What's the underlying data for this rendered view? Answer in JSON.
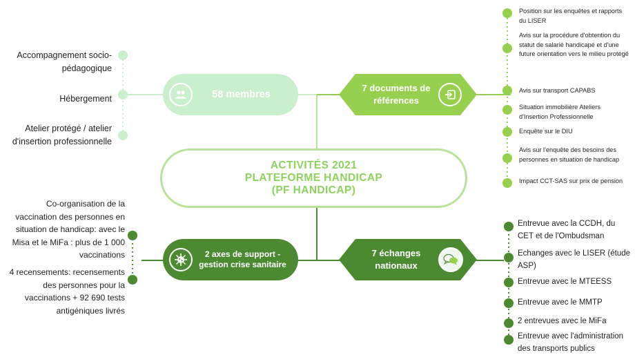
{
  "center": {
    "line1": "ACTIVITÉS 2021",
    "line2": "PLATEFORME HANDICAP",
    "line3": "(PF HANDICAP)"
  },
  "members": {
    "label": "58 membres",
    "icon": "people-icon",
    "items": [
      "Accompagnement socio-pédagogique",
      "Hébergement",
      "Atelier protégé / atelier d'insertion professionnelle"
    ]
  },
  "documents": {
    "label": "7 documents de références",
    "icon": "sign-in-icon",
    "items": [
      "Position sur les enquêtes et rapports du LISER",
      "Avis sur la procédure d'obtention du statut de salarié handicapé et d'une future orientation vers le milieu protégé",
      "Avis sur transport CAPABS",
      "Situation immobilière Ateliers d'Insertion Professionnelle",
      "Enquête sur le DIU",
      "Avis sur l'enquête des besoins des personnes en situation de handicap",
      "Impact CCT-SAS sur prix de pension"
    ]
  },
  "covid": {
    "label": "2 axes de support - gestion crise sanitaire",
    "icon": "virus-icon",
    "items": [
      "Co-organisation de la vaccination des personnes en situation de handicap: avec le Misa et le MiFa : plus de 1 000 vaccinations",
      "4 recensements: recensements des personnes pour la vaccinations + 92 690 tests antigéniques livrés"
    ]
  },
  "echanges": {
    "label": "7 échanges nationaux",
    "icon": "chat-bubbles-icon",
    "items": [
      "Entrevue avec la CCDH, du CET et de l'Ombudsman",
      "Echanges avec le LISER (étude ASP)",
      "Entrevue avec le MTEESS",
      "Entrevue avec le MMTP",
      "2 entrevues avec le MiFa",
      "Entrevue avec l'administration des transports publics"
    ]
  },
  "colors": {
    "mint": "#c9efcd",
    "lime": "#97d04f",
    "dark_green": "#4c8a31",
    "center_text": "#8fd15d",
    "center_border": "#b7e49a"
  }
}
